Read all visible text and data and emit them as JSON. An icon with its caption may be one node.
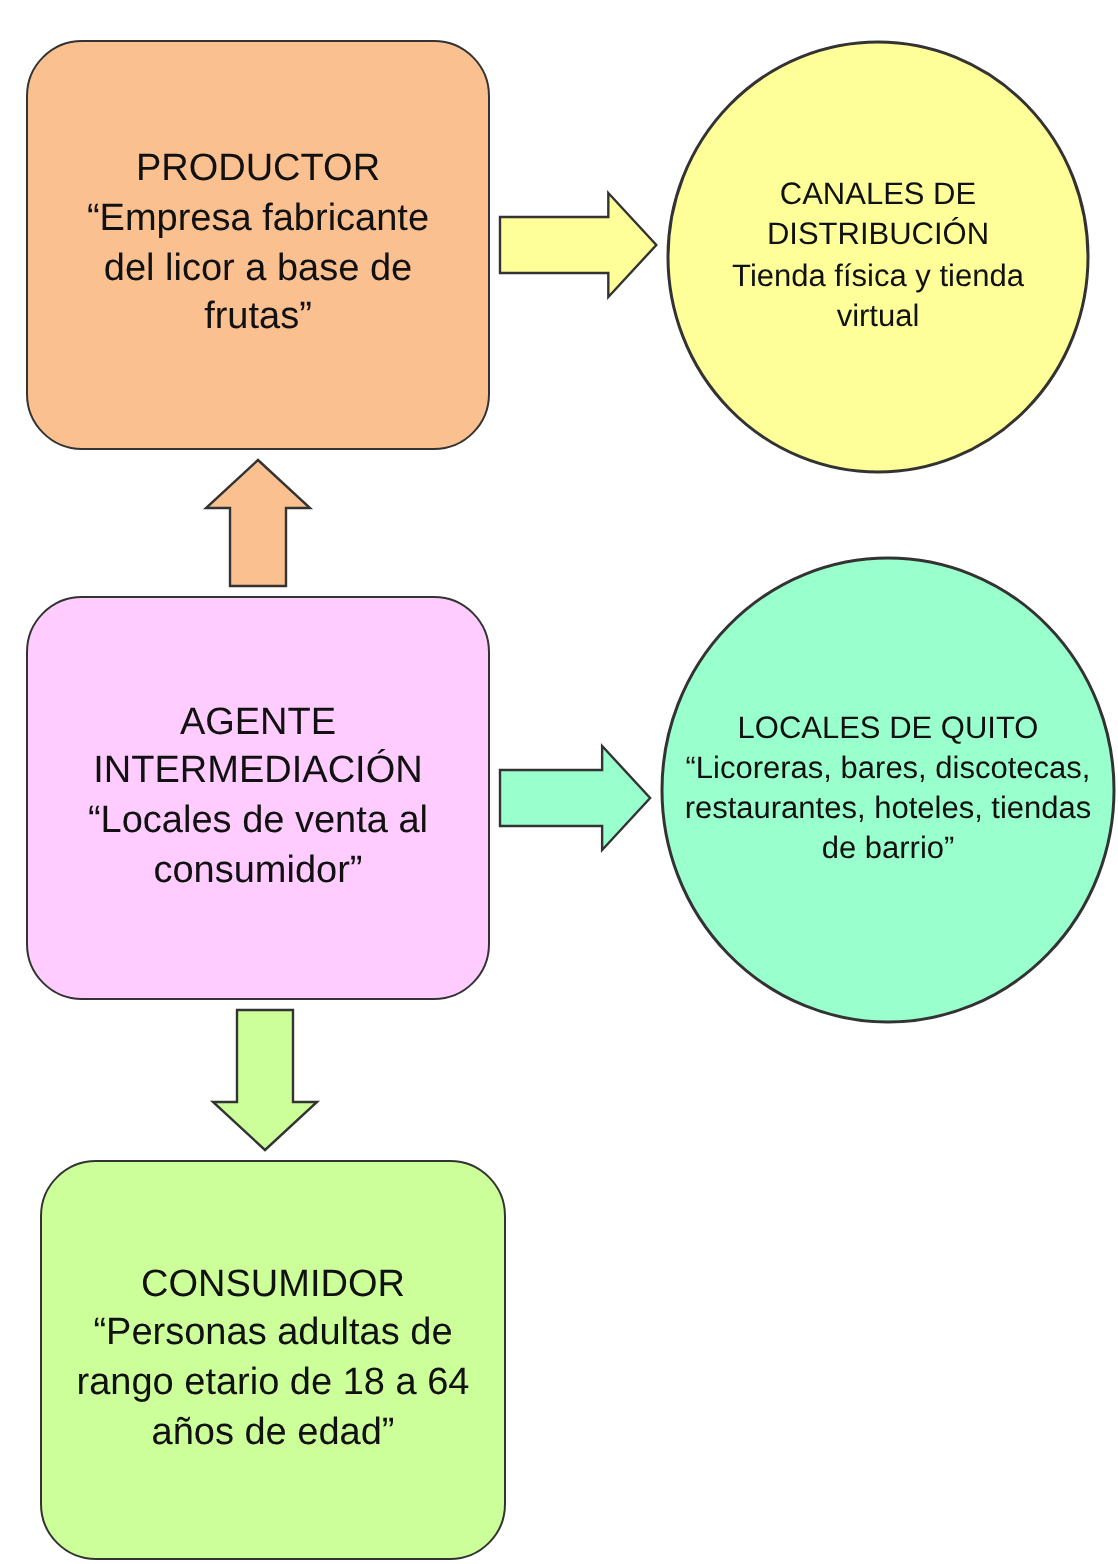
{
  "diagram": {
    "nodes": [
      {
        "text": [
          "PRODUCTOR",
          "“Empresa fabricante del licor a base de frutas”"
        ]
      },
      {
        "text": [
          "CANALES DE DISTRIBUCIÓN",
          "Tienda física y tienda virtual"
        ]
      },
      {
        "text": [
          "AGENTE INTERMEDIACIÓN",
          "“Locales de venta al consumidor”"
        ]
      },
      {
        "text": [
          "LOCALES DE QUITO",
          "“Licoreras, bares, discotecas, restaurantes, hoteles, tiendas de barrio”"
        ]
      },
      {
        "text": [
          "CONSUMIDOR",
          "“Personas adultas de rango etario de 18 a 64 años de edad”"
        ]
      }
    ],
    "edges": [
      {
        "from": 0,
        "to": 1,
        "arrow": "to",
        "color": "#ffff99"
      },
      {
        "from": 2,
        "to": 0,
        "arrow": "to",
        "color": "#fac090"
      },
      {
        "from": 2,
        "to": 3,
        "arrow": "to",
        "color": "#99ffcc"
      },
      {
        "from": 2,
        "to": 4,
        "arrow": "to",
        "color": "#ccff99"
      }
    ]
  }
}
